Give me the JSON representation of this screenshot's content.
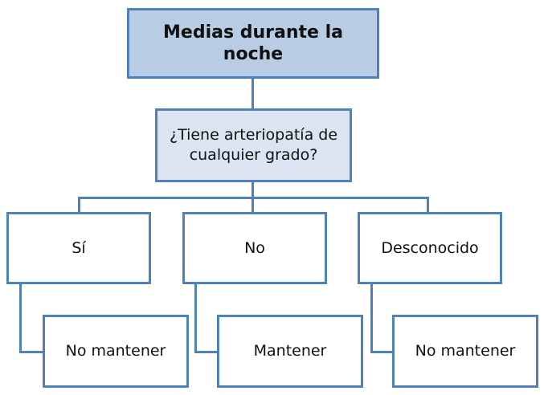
{
  "flowchart": {
    "title": "Medias durante la noche",
    "question": "¿Tiene arteriopatía de cualquier grado?",
    "branches": [
      {
        "answer": "Sí",
        "outcome": "No mantener"
      },
      {
        "answer": "No",
        "outcome": "Mantener"
      },
      {
        "answer": "Desconocido",
        "outcome": "No mantener"
      }
    ],
    "colors": {
      "node_border": "#4f81bd",
      "connector": "#4f81bd",
      "title_fill": "#b8cce4",
      "question_fill": "#dbe5f1",
      "answer_fill": "#ffffff",
      "outcome_fill": "#ffffff",
      "text": "#111111",
      "background": "#ffffff"
    }
  }
}
